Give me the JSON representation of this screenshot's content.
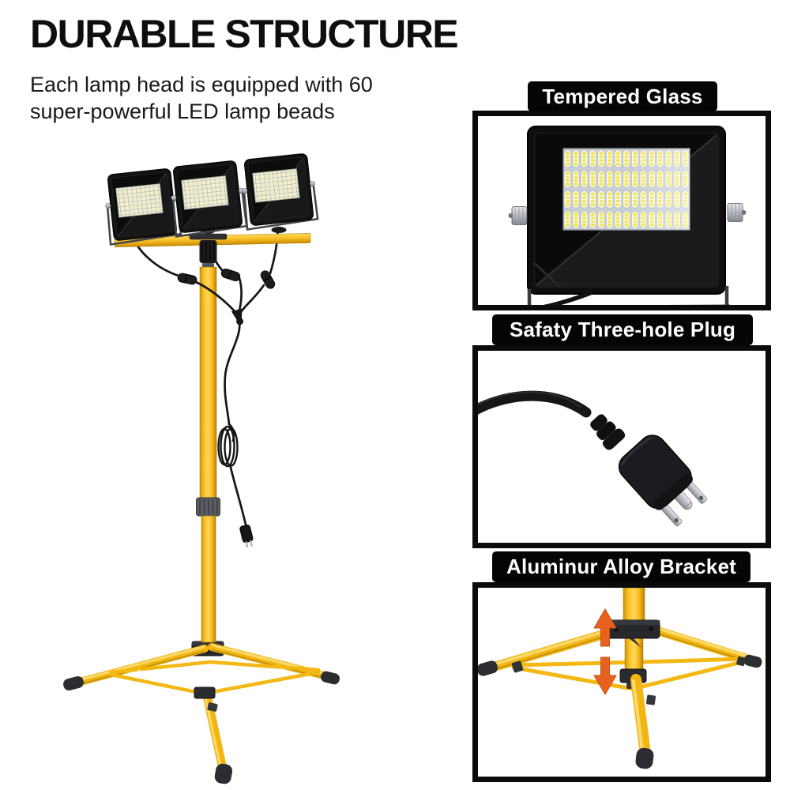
{
  "header": {
    "title": "DURABLE STRUCTURE",
    "subtitle": "Each lamp head is equipped with 60\nsuper-powerful LED lamp beads"
  },
  "callouts": [
    {
      "label": "Tempered Glass"
    },
    {
      "label": "Safaty Three-hole Plug"
    },
    {
      "label": "Aluminur Alloy Bracket"
    }
  ],
  "product": {
    "lamp_head_count": 3,
    "led_beads_per_head": 60
  },
  "colors": {
    "tripod_yellow": "#F2B614",
    "lamp_body_black": "#131314",
    "led_yellow": "#F1E54B",
    "label_background": "#050505",
    "label_text": "#FFFFFF",
    "adjust_arrow_orange": "#E8611F"
  },
  "icons": {
    "up_arrow": "up-arrow-icon",
    "down_arrow": "down-arrow-icon"
  }
}
